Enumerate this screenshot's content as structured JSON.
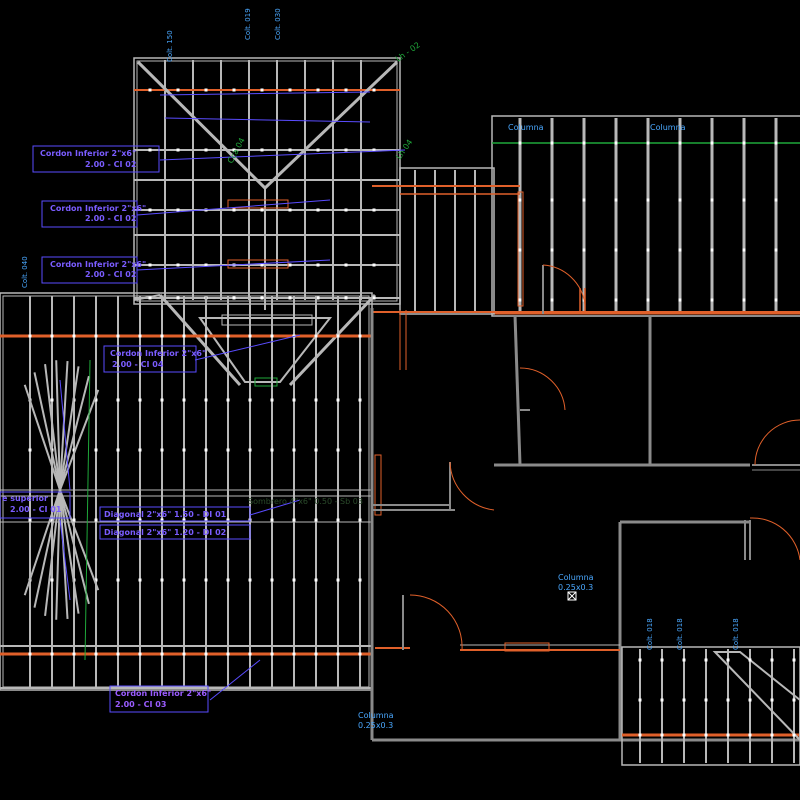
{
  "drawing": {
    "colors": {
      "background": "#000000",
      "truss": "#b8b8b8",
      "wall_orange": "#e0602a",
      "label_blue": "#5a4cff",
      "label_purple": "#a040ff",
      "label_green": "#1fa83a",
      "label_lightblue": "#4aa8ff",
      "white": "#ffffff"
    },
    "callouts": [
      {
        "line1": "Cordon Inferior 2\"x6\"",
        "line2": "2.00 - CI 02"
      },
      {
        "line1": "Cordon Inferior 2\"x6\"",
        "line2": "2.00 - CI 02"
      },
      {
        "line1": "Cordon Inferior 2\"x6\"",
        "line2": "2.00 - CI 02"
      },
      {
        "line1": "Cordon Inferior 2\"x6\"",
        "line2": "2.00 - CI 04"
      },
      {
        "line1": "Diagonal 2\"x6\" 1.50 - DI 01",
        "line2": ""
      },
      {
        "line1": "Diagonal 2\"x6\" 1.20 - DI 02",
        "line2": ""
      },
      {
        "line1": "Cordon Inferior 2\"x6\"",
        "line2": "2.00 - CI 03"
      },
      {
        "line1": "e superior",
        "line2": "2.00 - CI 01"
      }
    ],
    "texts": {
      "columna_center": "Columna",
      "columna_center_sub": "0.25x0.3",
      "columna_bottom": "Columna",
      "columna_bottom_sub": "0.25x0.3",
      "columna_top_right": "Columna",
      "columna_top_right2": "Columna",
      "sombrero": "Sombrero 4\"x6\" 0.50 - Sb 03",
      "cca04": "Cca 04",
      "lh02": "Lh - 02",
      "lh04": "Lh 04",
      "col_040_a": "Colt. 040",
      "col_018_a": "Colt. 018",
      "col_018_b": "Colt. 018",
      "col_018_c": "Colt. 018",
      "col_150": "Colt. 150",
      "col_top_1": "Colt. 019",
      "col_top_2": "Colt. 030"
    }
  }
}
